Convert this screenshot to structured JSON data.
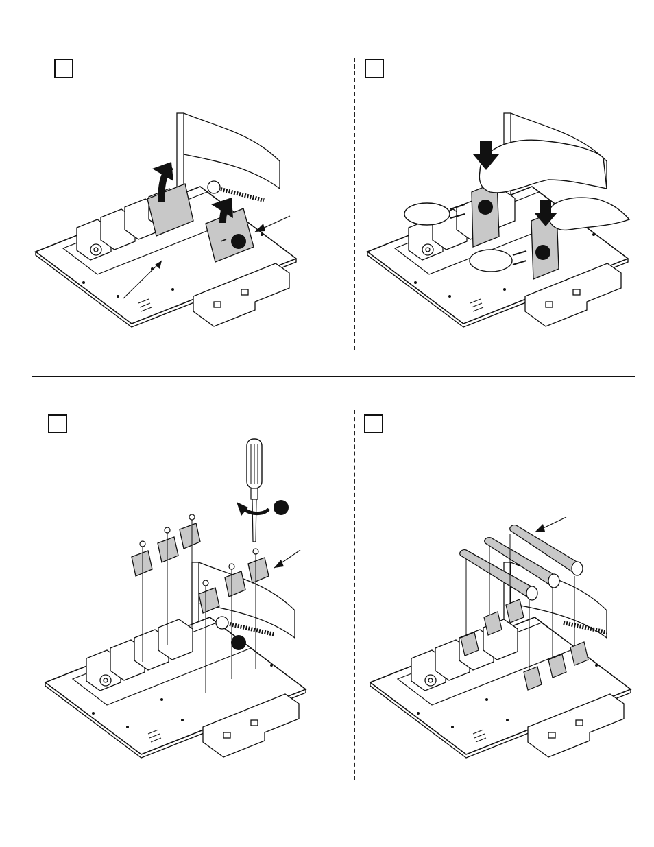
{
  "steps": [
    {
      "id": "step-1",
      "label": ""
    },
    {
      "id": "step-2",
      "label": ""
    },
    {
      "id": "step-3",
      "label": ""
    },
    {
      "id": "step-4",
      "label": ""
    }
  ],
  "colors": {
    "ink": "#111111",
    "fill_gray": "#c8c8c8",
    "paper": "#ffffff"
  },
  "icons": [
    "hand-icon",
    "screwdriver-icon",
    "rotation-arrow-icon",
    "fuse-icon",
    "fuse-clip-icon",
    "switch-base-icon"
  ]
}
